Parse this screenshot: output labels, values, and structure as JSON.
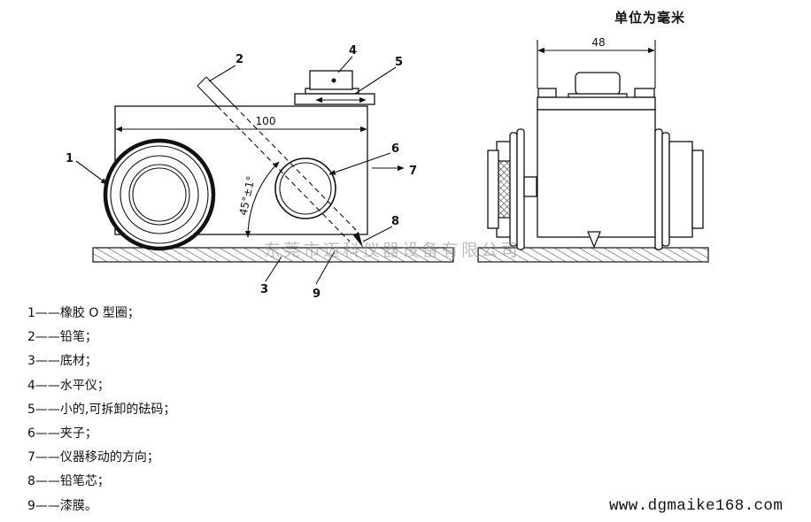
{
  "unit_note": "单位为毫米",
  "side_view": {
    "callouts": [
      "1",
      "2",
      "3",
      "4",
      "5",
      "6",
      "7",
      "8",
      "9"
    ],
    "length_dimension": "100",
    "angle_label": "45°±1°"
  },
  "front_view": {
    "width_dimension": "48"
  },
  "watermark": "东莞市迈科仪器设备有限公司",
  "legend": [
    "1——橡胶 O 型圈；",
    "2——铅笔；",
    "3——底材；",
    "4——水平仪；",
    "5——小的,可拆卸的砝码；",
    "6——夹子；",
    "7——仪器移动的方向；",
    "8——铅笔芯；",
    "9——漆膜。"
  ],
  "website": "www.dgmaike168.com"
}
